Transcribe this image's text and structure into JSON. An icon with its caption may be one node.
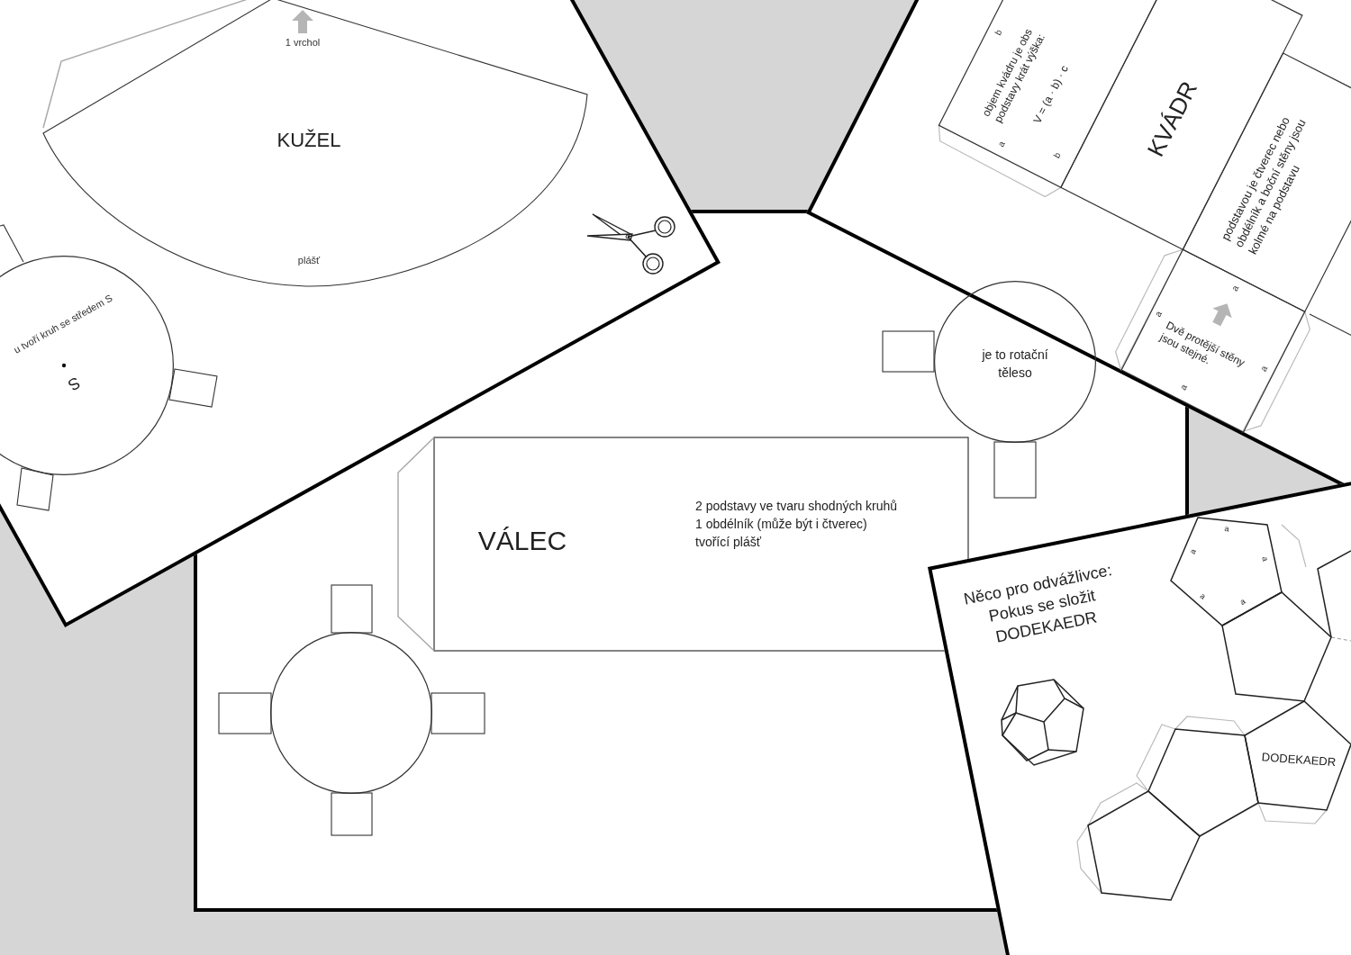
{
  "diagram": {
    "nodes": [
      {
        "text": [
          "KUŽEL",
          "plášť"
        ]
      },
      {
        "text": [
          "u tvoří kruh se středem S",
          "S"
        ]
      },
      {
        "text": [
          "VÁLEC",
          "2 podstavy ve tvaru shodných kruhů",
          "1 obdélník (může být i čtverec) tvořící plášť"
        ]
      },
      {
        "text": [
          "je to rotační těleso"
        ]
      },
      {
        "text": [],
        "shape": "circle"
      },
      {
        "text": [
          "b",
          "objem kvádru je obs podstavy krát výška:",
          "V = (a · b) · c",
          "b",
          "a"
        ]
      },
      {
        "text": [
          "KVÁDR"
        ]
      },
      {
        "text": [
          "podstavou je čtverec nebo obdélník a boční stěny jsou kolmé na podstavu"
        ]
      },
      {
        "text": [
          "a",
          "a",
          "Dvě protější stěny jsou stejné.",
          "a",
          "a"
        ]
      },
      {
        "text": [
          "a",
          "a",
          "a",
          "a",
          "a"
        ]
      },
      {
        "text": [],
        "shape": "pentagon"
      },
      {
        "text": [
          "DODEKAEDR"
        ]
      },
      {
        "text": [],
        "shape": "pentagon"
      },
      {
        "text": [],
        "shape": "pentagon"
      }
    ],
    "labels": [
      "1 vrchol",
      "Něco pro odvážlivce: Pokus se složit DODEKAEDR"
    ]
  }
}
